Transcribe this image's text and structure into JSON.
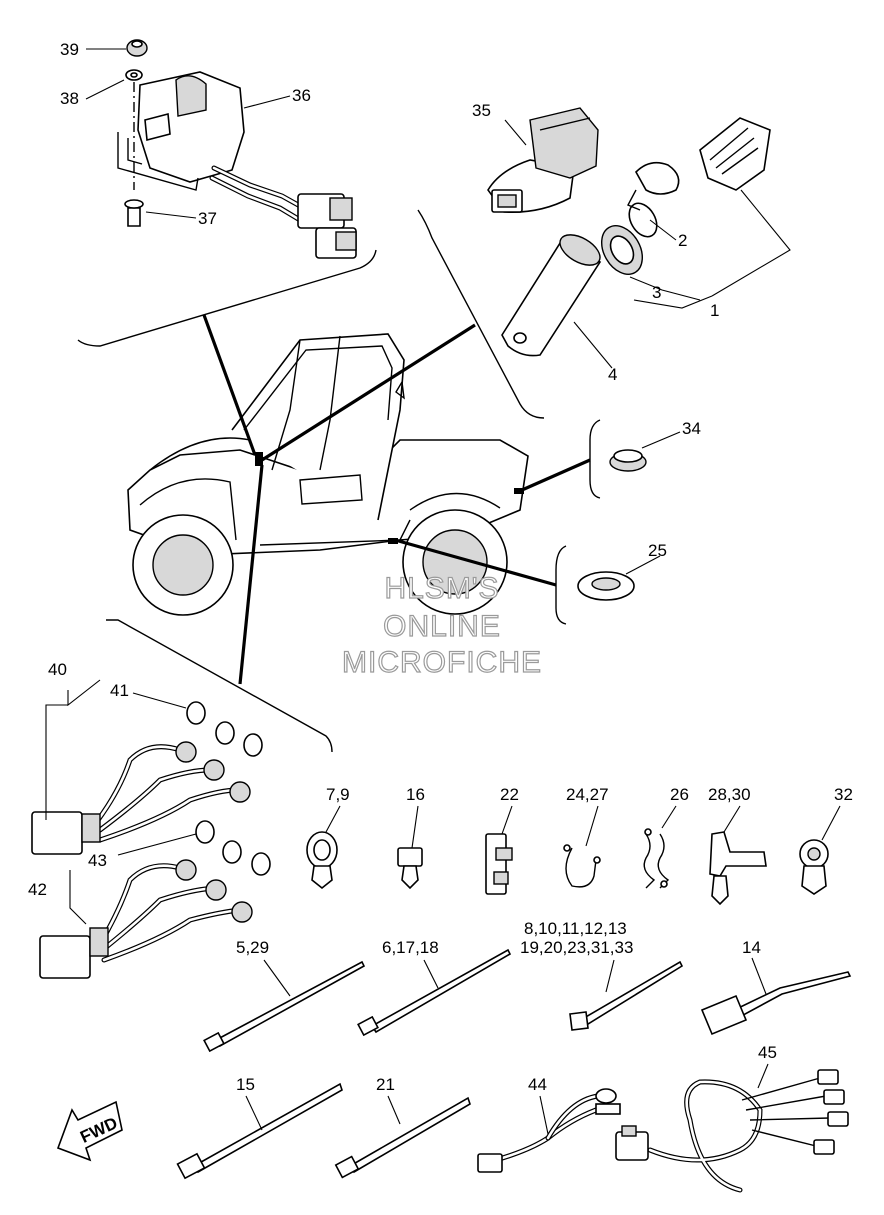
{
  "watermark": [
    "HLSM'S",
    "ONLINE",
    "MICROFICHE"
  ],
  "fwd_label": "FWD",
  "callouts": {
    "c39": "39",
    "c38": "38",
    "c36": "36",
    "c37": "37",
    "c35": "35",
    "c2": "2",
    "c3": "3",
    "c1": "1",
    "c4": "4",
    "c34": "34",
    "c25": "25",
    "c40": "40",
    "c41": "41",
    "c43": "43",
    "c42": "42",
    "c7_9": "7,9",
    "c16": "16",
    "c22": "22",
    "c24_27": "24,27",
    "c26": "26",
    "c28_30": "28,30",
    "c32": "32",
    "c5_29": "5,29",
    "c6_17_18": "6,17,18",
    "c8_line1": "8,10,11,12,13",
    "c8_line2": "19,20,23,31,33",
    "c14": "14",
    "c15": "15",
    "c21": "21",
    "c44": "44",
    "c45": "45"
  }
}
